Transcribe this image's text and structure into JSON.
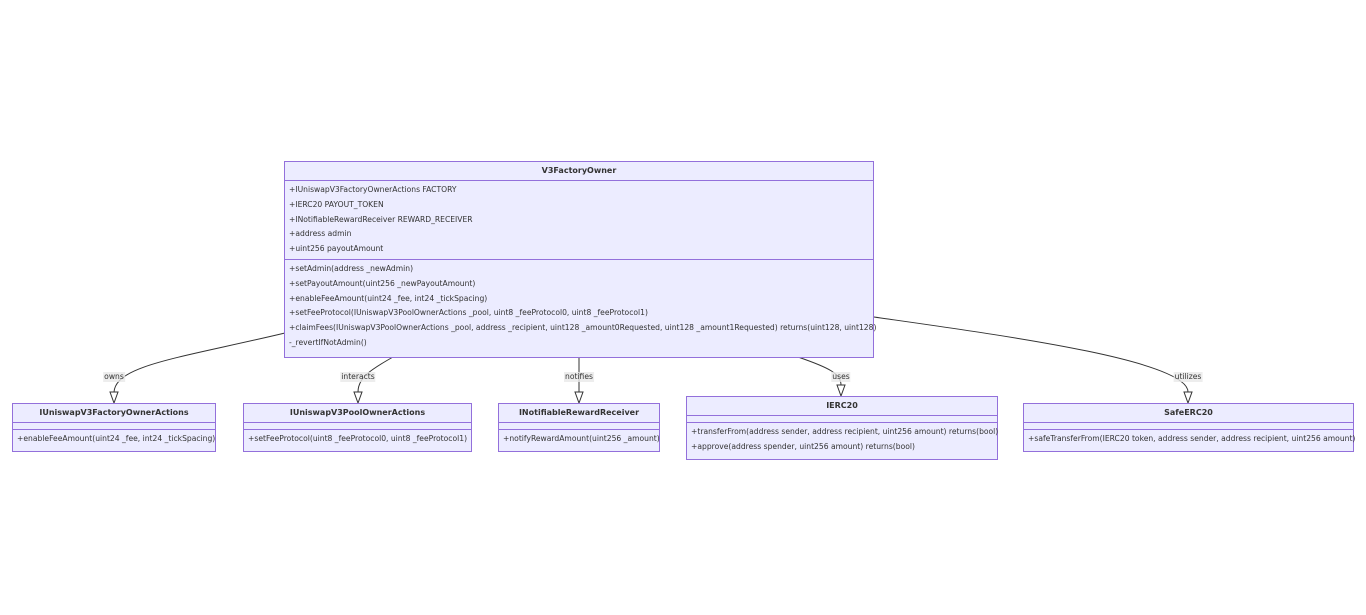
{
  "diagram": {
    "classes": [
      {
        "id": "V3FactoryOwner",
        "title": "V3FactoryOwner",
        "attributes": [
          "+IUniswapV3FactoryOwnerActions FACTORY",
          "+IERC20 PAYOUT_TOKEN",
          "+INotifiableRewardReceiver REWARD_RECEIVER",
          "+address admin",
          "+uint256 payoutAmount"
        ],
        "methods": [
          "+setAdmin(address _newAdmin)",
          "+setPayoutAmount(uint256 _newPayoutAmount)",
          "+enableFeeAmount(uint24 _fee, int24 _tickSpacing)",
          "+setFeeProtocol(IUniswapV3PoolOwnerActions _pool, uint8 _feeProtocol0, uint8 _feeProtocol1)",
          "+claimFees(IUniswapV3PoolOwnerActions _pool, address _recipient, uint128 _amount0Requested, uint128 _amount1Requested) returns(uint128, uint128)",
          "-_revertIfNotAdmin()"
        ]
      },
      {
        "id": "IUniswapV3FactoryOwnerActions",
        "title": "IUniswapV3FactoryOwnerActions",
        "attributes": [],
        "methods": [
          "+enableFeeAmount(uint24 _fee, int24 _tickSpacing)"
        ]
      },
      {
        "id": "IUniswapV3PoolOwnerActions",
        "title": "IUniswapV3PoolOwnerActions",
        "attributes": [],
        "methods": [
          "+setFeeProtocol(uint8 _feeProtocol0, uint8 _feeProtocol1)"
        ]
      },
      {
        "id": "INotifiableRewardReceiver",
        "title": "INotifiableRewardReceiver",
        "attributes": [],
        "methods": [
          "+notifyRewardAmount(uint256 _amount)"
        ]
      },
      {
        "id": "IERC20",
        "title": "IERC20",
        "attributes": [],
        "methods": [
          "+transferFrom(address sender, address recipient, uint256 amount) returns(bool)",
          "+approve(address spender, uint256 amount) returns(bool)"
        ]
      },
      {
        "id": "SafeERC20",
        "title": "SafeERC20",
        "attributes": [],
        "methods": [
          "+safeTransferFrom(IERC20 token, address sender, address recipient, uint256 amount)"
        ]
      }
    ],
    "relations": [
      {
        "from": "V3FactoryOwner",
        "to": "IUniswapV3FactoryOwnerActions",
        "label": "owns"
      },
      {
        "from": "V3FactoryOwner",
        "to": "IUniswapV3PoolOwnerActions",
        "label": "interacts"
      },
      {
        "from": "V3FactoryOwner",
        "to": "INotifiableRewardReceiver",
        "label": "notifies"
      },
      {
        "from": "V3FactoryOwner",
        "to": "IERC20",
        "label": "uses"
      },
      {
        "from": "V3FactoryOwner",
        "to": "SafeERC20",
        "label": "utilizes"
      }
    ],
    "colors": {
      "node_fill": "#ececff",
      "node_border": "#9370db",
      "edge": "#333333",
      "label_background": "#e8e8e8"
    }
  }
}
